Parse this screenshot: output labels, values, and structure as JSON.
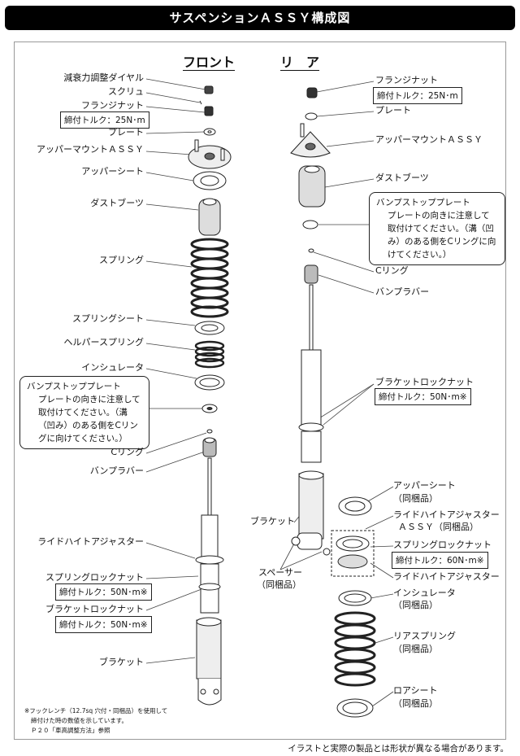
{
  "title": "サスペンションＡＳＳＹ構成図",
  "headers": {
    "front": "フロント",
    "rear": "リ　ア"
  },
  "front": {
    "damping_dial": "減衰力調整ダイヤル",
    "screw": "スクリュ",
    "flange_nut": "フランジナット",
    "flange_nut_torque": "締付トルク：25N･m",
    "plate": "プレート",
    "upper_mount": "アッパーマウントＡＳＳＹ",
    "upper_seat": "アッパーシート",
    "dust_boot": "ダストブーツ",
    "spring": "スプリング",
    "spring_seat": "スプリングシート",
    "helper_spring": "ヘルパースプリング",
    "insulator": "インシュレータ",
    "bump_plate_callout": {
      "title": "バンプストッププレート",
      "body": "プレートの向きに注意して取付けてください。（溝（凹み）のある側をCリングに向けてください。）"
    },
    "c_ring": "Cリング",
    "bump_rubber": "バンプラバー",
    "ride_height_adjuster": "ライドハイトアジャスター",
    "spring_lock_nut": "スプリングロックナット",
    "spring_lock_nut_torque": "締付トルク：50N･m※",
    "bracket_lock_nut": "ブラケットロックナット",
    "bracket_lock_nut_torque": "締付トルク：50N･m※",
    "bracket": "ブラケット"
  },
  "rear": {
    "flange_nut": "フランジナット",
    "flange_nut_torque": "締付トルク：25N･m",
    "plate": "プレート",
    "upper_mount": "アッパーマウントＡＳＳＹ",
    "dust_boot": "ダストブーツ",
    "bump_plate_callout": {
      "title": "バンプストッププレート",
      "body": "プレートの向きに注意して取付けてください。（溝（凹み）のある側をCリングに向けてください。）"
    },
    "c_ring": "Cリング",
    "bump_rubber": "バンプラバー",
    "bracket_lock_nut": "ブラケットロックナット",
    "bracket_lock_nut_torque": "締付トルク：50N･m※",
    "bracket": "ブラケット",
    "spacer": "スペーサー",
    "spacer_note": "（同梱品）",
    "upper_seat": "アッパーシート",
    "upper_seat_note": "（同梱品）",
    "ride_height_adjuster_assy": "ライドハイトアジャスター",
    "ride_height_adjuster_assy_note": "ＡＳＳＹ（同梱品）",
    "spring_lock_nut": "スプリングロックナット",
    "spring_lock_nut_torque": "締付トルク：60N･m※",
    "ride_height_adjuster": "ライドハイトアジャスター",
    "insulator": "インシュレータ",
    "insulator_note": "（同梱品）",
    "rear_spring": "リアスプリング",
    "rear_spring_note": "（同梱品）",
    "lower_seat": "ロアシート",
    "lower_seat_note": "（同梱品）"
  },
  "footnote": [
    "※フックレンチ（12.7sq 穴付・同梱品）を使用して",
    "締付けた時の数値を示しています。",
    "Ｐ２０「車高調整方法」参照"
  ],
  "disclaimer": "イラストと実際の製品とは形状が異なる場合があります。"
}
